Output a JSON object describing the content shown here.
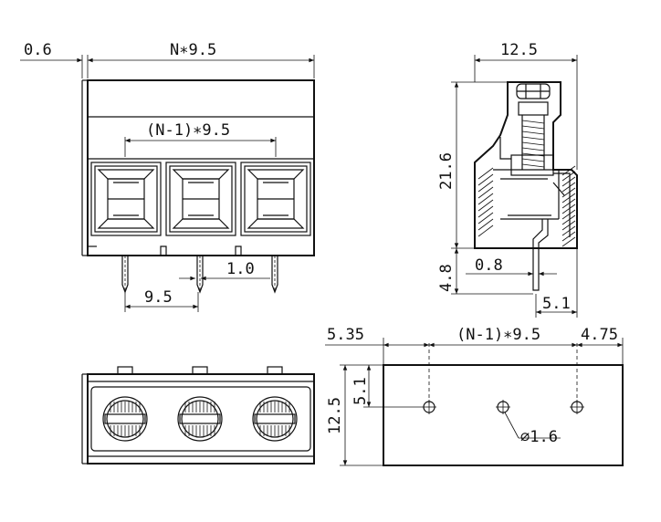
{
  "dimensions": {
    "front_offset": "0.6",
    "front_total_width": "N∗9.5",
    "front_pitch_span": "(N-1)∗9.5",
    "pin_width": "1.0",
    "pin_pitch": "9.5",
    "side_width": "12.5",
    "side_height": "21.6",
    "side_pin_length": "4.8",
    "side_pin_thickness": "0.8",
    "side_pin_offset": "5.1",
    "footprint_left": "5.35",
    "footprint_pitch_span": "(N-1)∗9.5",
    "footprint_right": "4.75",
    "footprint_depth": "12.5",
    "footprint_row_offset": "5.1",
    "hole_diameter": "∅1.6"
  },
  "terminal_count": 3
}
